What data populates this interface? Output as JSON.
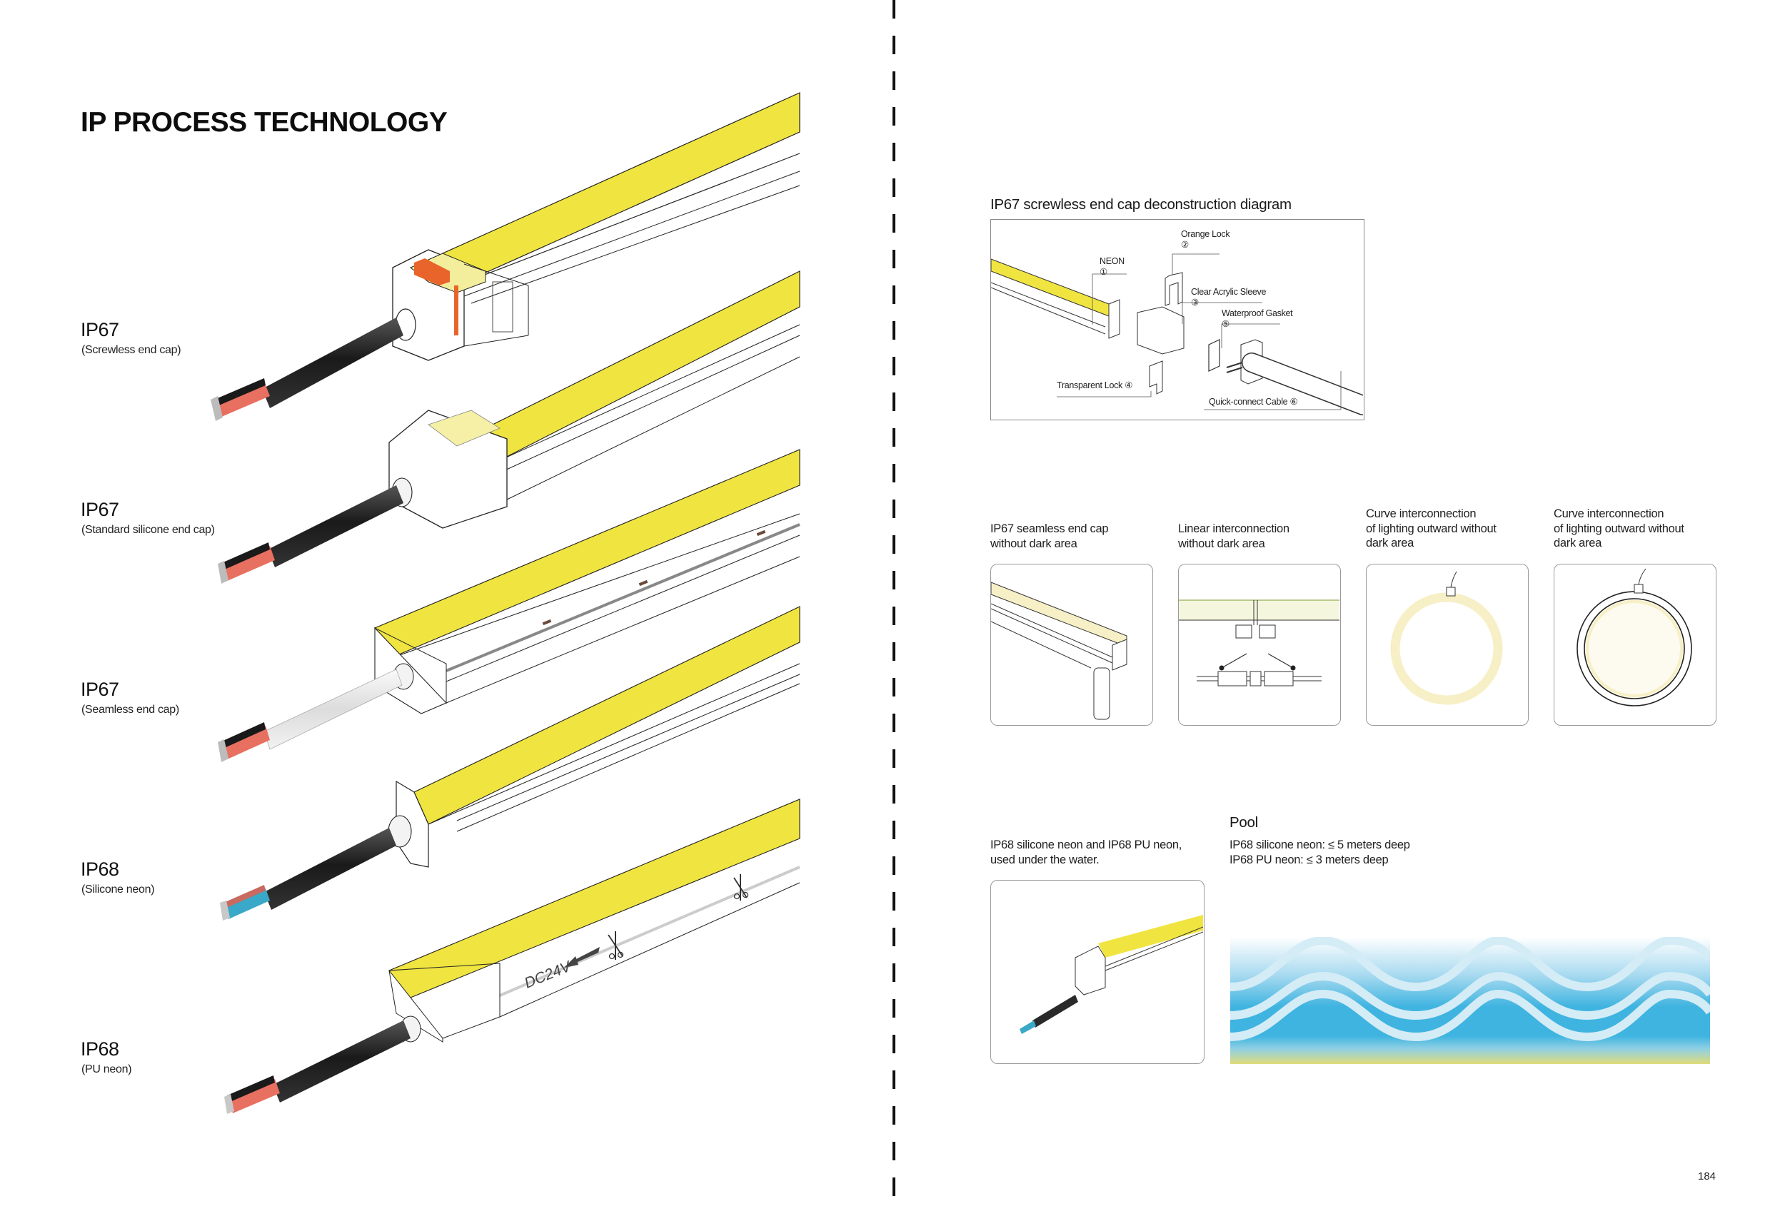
{
  "page": {
    "title": "IP PROCESS TECHNOLOGY",
    "page_number": "184"
  },
  "products": [
    {
      "rating": "IP67",
      "description": "(Screwless end cap)",
      "end_cap_accent": "#e8642a",
      "wire_colors": [
        "#e87060",
        "#1a1a1a"
      ]
    },
    {
      "rating": "IP67",
      "description": "(Standard silicone end cap)",
      "wire_colors": [
        "#e87060",
        "#1a1a1a"
      ]
    },
    {
      "rating": "IP67",
      "description": "(Seamless end cap)",
      "wire_colors": [
        "#e87060",
        "#1a1a1a"
      ]
    },
    {
      "rating": "IP68",
      "description": "(Silicone neon)",
      "wire_colors": [
        "#3aa8c9",
        "#c96a60"
      ]
    },
    {
      "rating": "IP68",
      "description": "(PU neon)",
      "wire_colors": [
        "#e87060",
        "#1a1a1a"
      ],
      "strip_marking": "DC24V"
    }
  ],
  "colors": {
    "neon_yellow": "#f0e440",
    "warm_glow": "#f7efc6",
    "cable_black": "#1e1e1e",
    "water_blue": "#3fb4e0",
    "sand": "#e0dc7a"
  },
  "deconstruction": {
    "title": "IP67 screwless end cap deconstruction diagram",
    "parts": [
      {
        "name": "NEON",
        "number": "①"
      },
      {
        "name": "Orange Lock",
        "number": "②"
      },
      {
        "name": "Clear Acrylic Sleeve",
        "number": "③"
      },
      {
        "name": "Transparent Lock",
        "number": "④"
      },
      {
        "name": "Waterproof Gasket",
        "number": "⑤"
      },
      {
        "name": "Quick-connect Cable",
        "number": "⑥"
      }
    ]
  },
  "features": [
    {
      "label_lines": [
        "IP67 seamless end cap",
        "without dark area"
      ]
    },
    {
      "label_lines": [
        "Linear interconnection",
        "without dark area"
      ]
    },
    {
      "label_lines": [
        "Curve interconnection",
        "of lighting outward without",
        "dark area"
      ]
    },
    {
      "label_lines": [
        "Curve interconnection",
        "of lighting outward without",
        "dark area"
      ]
    }
  ],
  "underwater": {
    "caption_lines": [
      "IP68 silicone neon and IP68 PU neon,",
      "used under the water."
    ],
    "pool_title": "Pool",
    "pool_specs": [
      "IP68 silicone neon: ≤ 5 meters deep",
      "IP68 PU neon: ≤ 3 meters deep"
    ]
  }
}
